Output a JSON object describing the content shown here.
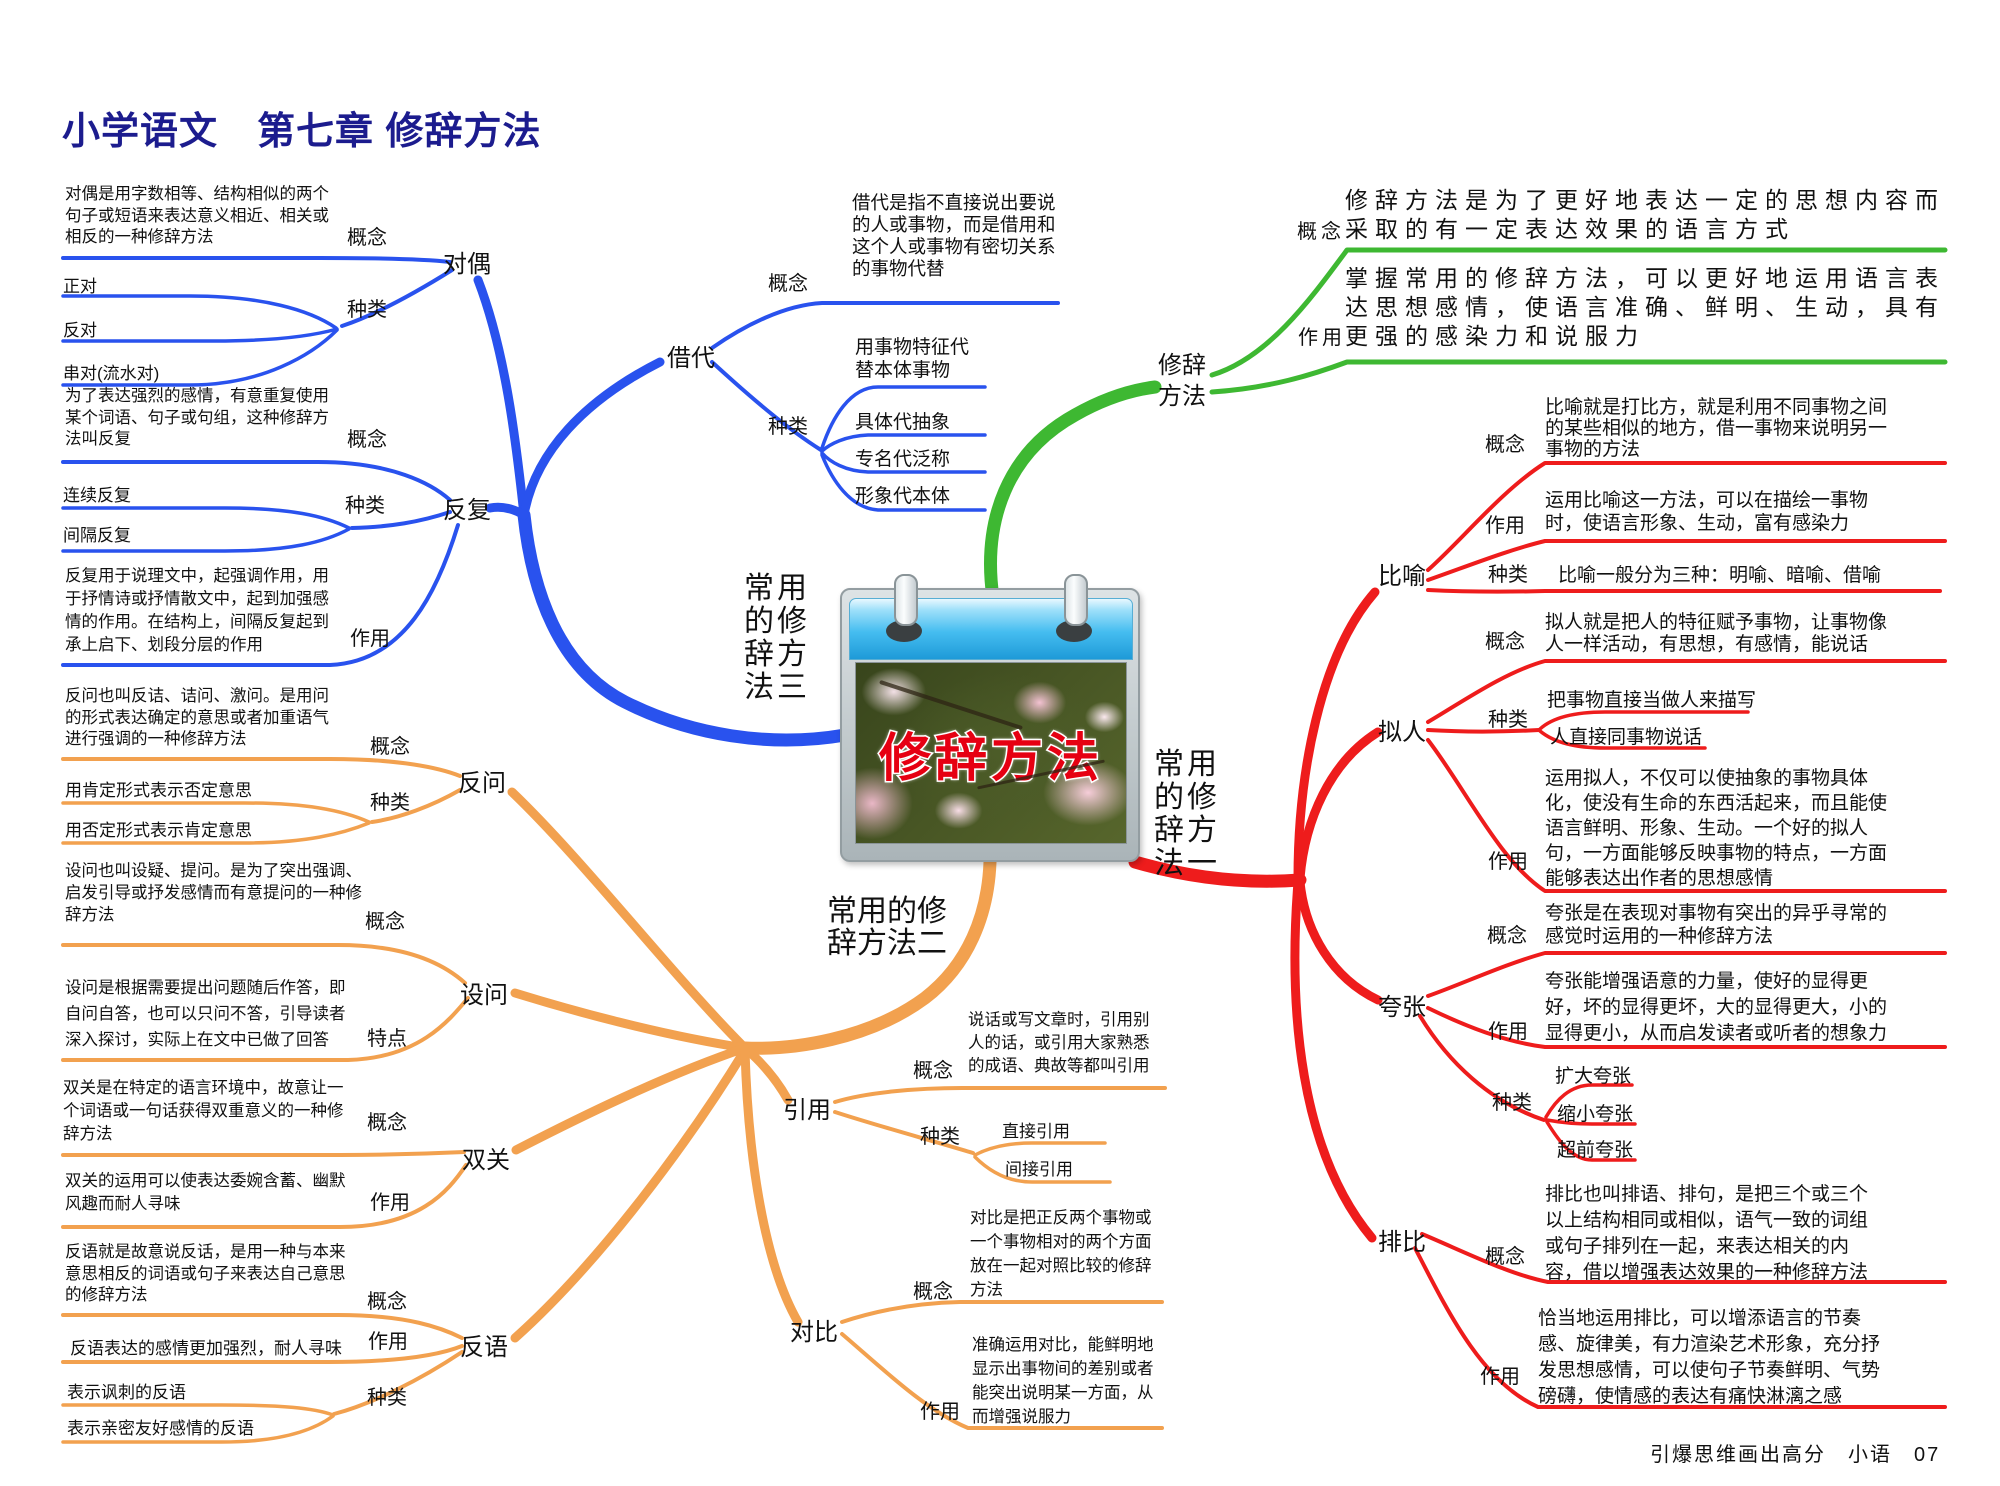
{
  "header": {
    "title": "小学语文　第七章  修辞方法"
  },
  "footer": {
    "text": "引爆思维画出高分　小语　07"
  },
  "labels": {
    "concept": "概念",
    "types": "种类",
    "function": "作用",
    "feature": "特点"
  },
  "colors": {
    "blue": "#2952ee",
    "orange": "#f2a14f",
    "green": "#3eb832",
    "red": "#ee1c1c",
    "title_navy": "#1c1c8e",
    "center_title_red": "#e60012"
  },
  "center": {
    "image_title": "修辞方法",
    "branch3_label": "常用\n的修\n辞方\n法三",
    "branch1_label": "常用\n的修\n辞方\n法一",
    "branch2_label": "常用的修\n辞方法二"
  },
  "root": {
    "label": "修辞\n方法",
    "concept": "修辞方法是为了更好地表达一定的思想内容而采取的有一定表达效果的语言方式",
    "function": "掌握常用的修辞方法，可以更好地运用语言表达思想感情，使语言准确、鲜明、生动，具有更强的感染力和说服力"
  },
  "methods": {
    "duiou": {
      "label": "对偶",
      "concept": "对偶是用字数相等、结构相似的两个句子或短语来表达意义相近、相关或相反的一种修辞方法",
      "types": [
        "正对",
        "反对",
        "串对(流水对)"
      ]
    },
    "fanfu": {
      "label": "反复",
      "concept": "为了表达强烈的感情，有意重复使用某个词语、句子或句组，这种修辞方法叫反复",
      "types": [
        "连续反复",
        "间隔反复"
      ],
      "function": "反复用于说理文中，起强调作用，用于抒情诗或抒情散文中，起到加强感情的作用。在结构上，间隔反复起到承上启下、划段分层的作用"
    },
    "jiedai": {
      "label": "借代",
      "concept": "借代是指不直接说出要说的人或事物，而是借用和这个人或事物有密切关系的事物代替",
      "types": [
        "用事物特征代替本体事物",
        "具体代抽象",
        "专名代泛称",
        "形象代本体"
      ]
    },
    "fanwen": {
      "label": "反问",
      "concept": "反问也叫反诘、诘问、激问。是用问的形式表达确定的意思或者加重语气进行强调的一种修辞方法",
      "types": [
        "用肯定形式表示否定意思",
        "用否定形式表示肯定意思"
      ]
    },
    "shewen": {
      "label": "设问",
      "concept": "设问也叫设疑、提问。是为了突出强调、启发引导或抒发感情而有意提问的一种修辞方法",
      "feature": "设问是根据需要提出问题随后作答，即自问自答，也可以只问不答，引导读者深入探讨，实际上在文中已做了回答"
    },
    "shuangguan": {
      "label": "双关",
      "concept": "双关是在特定的语言环境中，故意让一个词语或一句话获得双重意义的一种修辞方法",
      "function": "双关的运用可以使表达委婉含蓄、幽默风趣而耐人寻味"
    },
    "fanyu": {
      "label": "反语",
      "concept": "反语就是故意说反话，是用一种与本来意思相反的词语或句子来表达自己意思的修辞方法",
      "function": "反语表达的感情更加强烈，耐人寻味",
      "types": [
        "表示讽刺的反语",
        "表示亲密友好感情的反语"
      ]
    },
    "yinyong": {
      "label": "引用",
      "concept": "说话或写文章时，引用别人的话，或引用大家熟悉的成语、典故等都叫引用",
      "types": [
        "直接引用",
        "间接引用"
      ]
    },
    "duibi": {
      "label": "对比",
      "concept": "对比是把正反两个事物或一个事物相对的两个方面放在一起对照比较的修辞方法",
      "function": "准确运用对比，能鲜明地显示出事物间的差别或者能突出说明某一方面，从而增强说服力"
    },
    "biyu": {
      "label": "比喻",
      "concept": "比喻就是打比方，就是利用不同事物之间的某些相似的地方，借一事物来说明另一事物的方法",
      "function": "运用比喻这一方法，可以在描绘一事物时，使语言形象、生动，富有感染力",
      "types_note": "比喻一般分为三种：明喻、暗喻、借喻"
    },
    "niren": {
      "label": "拟人",
      "concept": "拟人就是把人的特征赋予事物，让事物像人一样活动，有思想，有感情，能说话",
      "types": [
        "把事物直接当做人来描写",
        "人直接同事物说话"
      ],
      "function": "运用拟人，不仅可以使抽象的事物具体化，使没有生命的东西活起来，而且能使语言鲜明、形象、生动。一个好的拟人句，一方面能够反映事物的特点，一方面能够表达出作者的思想感情"
    },
    "kuazhang": {
      "label": "夸张",
      "concept": "夸张是在表现对事物有突出的异乎寻常的感觉时运用的一种修辞方法",
      "function": "夸张能增强语意的力量，使好的显得更好，坏的显得更坏，大的显得更大，小的显得更小，从而启发读者或听者的想象力",
      "types": [
        "扩大夸张",
        "缩小夸张",
        "超前夸张"
      ]
    },
    "paibi": {
      "label": "排比",
      "concept": "排比也叫排语、排句，是把三个或三个以上结构相同或相似，语气一致的词组或句子排列在一起，来表达相关的内容，借以增强表达效果的一种修辞方法",
      "function": "恰当地运用排比，可以增添语言的节奏感、旋律美，有力渲染艺术形象，充分抒发思想感情，可以使句子节奏鲜明、气势磅礴，使情感的表达有痛快淋漓之感"
    }
  }
}
